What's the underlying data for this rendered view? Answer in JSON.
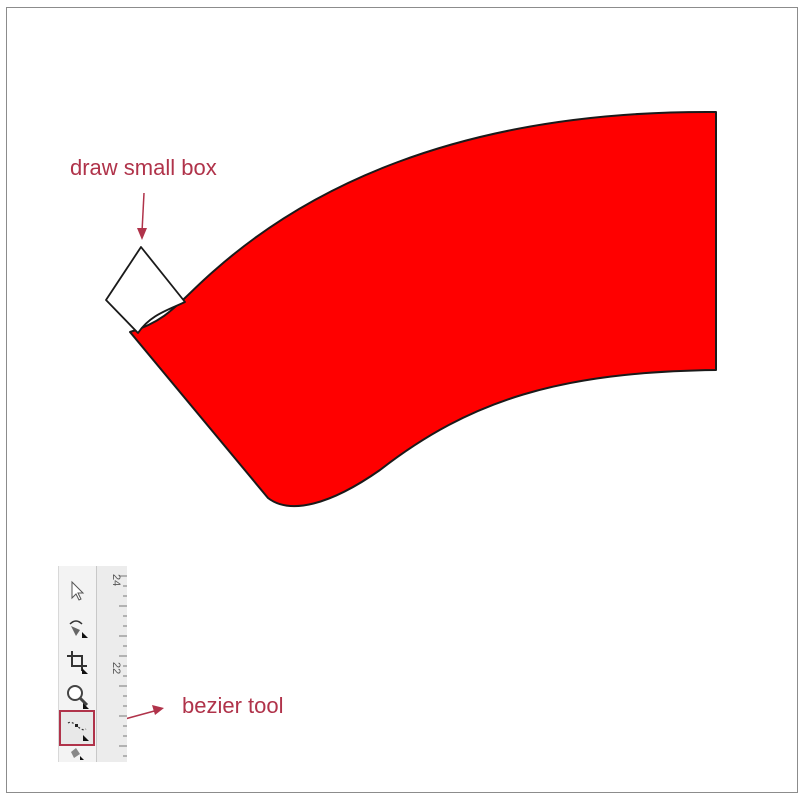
{
  "annotations": {
    "box_label": "draw small box",
    "tool_label": "bezier tool"
  },
  "canvas": {
    "shape_fill": "#ff0000",
    "shape_stroke": "#1a1a1a",
    "box_fill": "#ffffff"
  },
  "toolbox": {
    "tools": [
      {
        "name": "pick-tool",
        "icon": "arrow-icon"
      },
      {
        "name": "shape-tool",
        "icon": "shape-icon"
      },
      {
        "name": "crop-tool",
        "icon": "crop-icon"
      },
      {
        "name": "zoom-tool",
        "icon": "magnifier-icon"
      },
      {
        "name": "bezier-tool",
        "icon": "bezier-icon",
        "selected": true
      },
      {
        "name": "smart-fill-tool",
        "icon": "smart-fill-icon"
      }
    ],
    "ruler_numbers": [
      "24",
      "22"
    ]
  },
  "colors": {
    "annotation": "#b0334a",
    "highlight": "#b0334a"
  }
}
